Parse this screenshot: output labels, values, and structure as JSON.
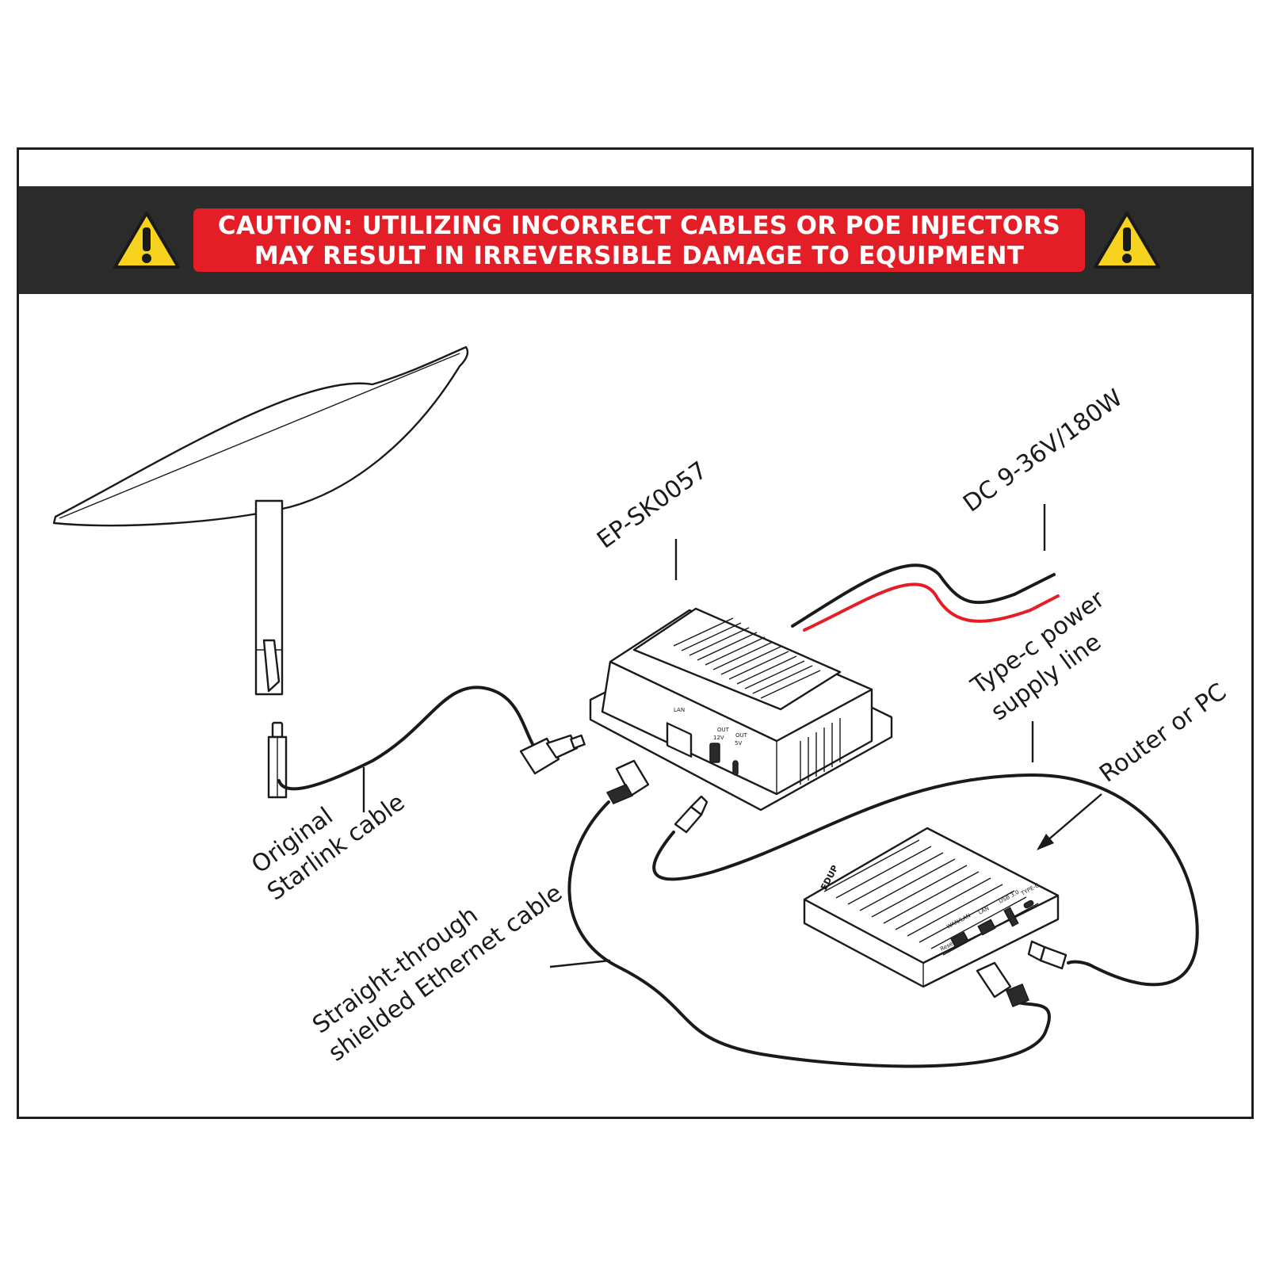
{
  "warning": {
    "line1": "CAUTION: UTILIZING INCORRECT CABLES OR POE INJECTORS",
    "line2": "MAY RESULT IN IRREVERSIBLE DAMAGE TO EQUIPMENT",
    "icon": "warning-triangle-icon",
    "colors": {
      "banner": "#2b2b2b",
      "box": "#e41e26",
      "triangle": "#f7d21e"
    }
  },
  "labels": {
    "model": "EP-SK0057",
    "power_input": "DC 9-36V/180W",
    "typec_line1": "Type-c power",
    "typec_line2": "supply line",
    "router": "Router or PC",
    "starlink_line1": "Original",
    "starlink_line2": "Starlink cable",
    "ethernet_line1": "Straight-through",
    "ethernet_line2": "shielded Ethernet cable"
  },
  "device_ports": {
    "injector_lan": "LAN",
    "injector_out1": "OUT",
    "injector_out2": "OUT",
    "injector_v1": "12V",
    "injector_v2": "5V",
    "router_brand": "EDUP",
    "router_wan": "WAN/LAN",
    "router_lan": "LAN",
    "router_usb": "USB 3.0",
    "router_typec": "TYPE-C",
    "router_reset": "Reset"
  },
  "cable_colors": {
    "positive": "#e41e26",
    "negative": "#1a1a1a"
  }
}
